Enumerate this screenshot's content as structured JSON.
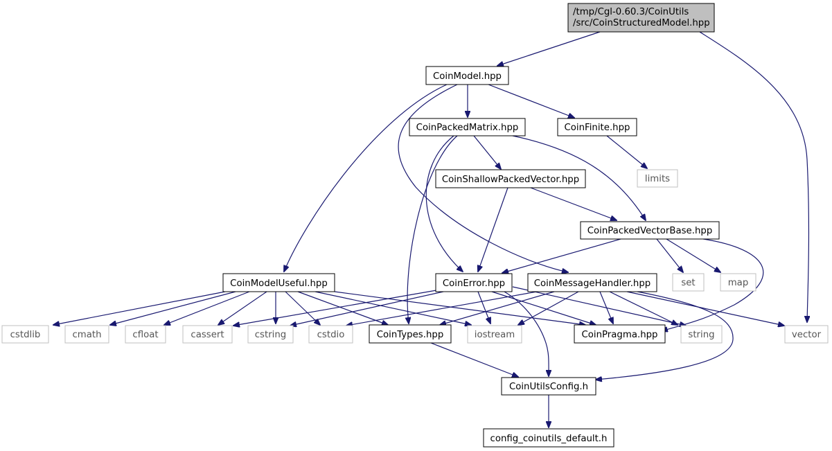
{
  "graph": {
    "root": {
      "line1": "/tmp/Cgl-0.60.3/CoinUtils",
      "line2": "/src/CoinStructuredModel.hpp"
    },
    "nodes": {
      "coin_model": "CoinModel.hpp",
      "coin_packed_matrix": "CoinPackedMatrix.hpp",
      "coin_finite": "CoinFinite.hpp",
      "limits": "limits",
      "coin_shallow_packed_vector": "CoinShallowPackedVector.hpp",
      "coin_packed_vector_base": "CoinPackedVectorBase.hpp",
      "coin_model_useful": "CoinModelUseful.hpp",
      "coin_error": "CoinError.hpp",
      "coin_message_handler": "CoinMessageHandler.hpp",
      "set": "set",
      "map": "map",
      "cstdlib": "cstdlib",
      "cmath": "cmath",
      "cfloat": "cfloat",
      "cassert": "cassert",
      "cstring": "cstring",
      "cstdio": "cstdio",
      "coin_types": "CoinTypes.hpp",
      "iostream": "iostream",
      "coin_pragma": "CoinPragma.hpp",
      "string": "string",
      "vector": "vector",
      "coin_utils_config": "CoinUtilsConfig.h",
      "config_coinutils_default": "config_coinutils_default.h"
    }
  },
  "colors": {
    "edge": "#191970",
    "root_fill": "#bfbfbf",
    "external_border": "#bfbfbf",
    "external_text": "#555555"
  }
}
